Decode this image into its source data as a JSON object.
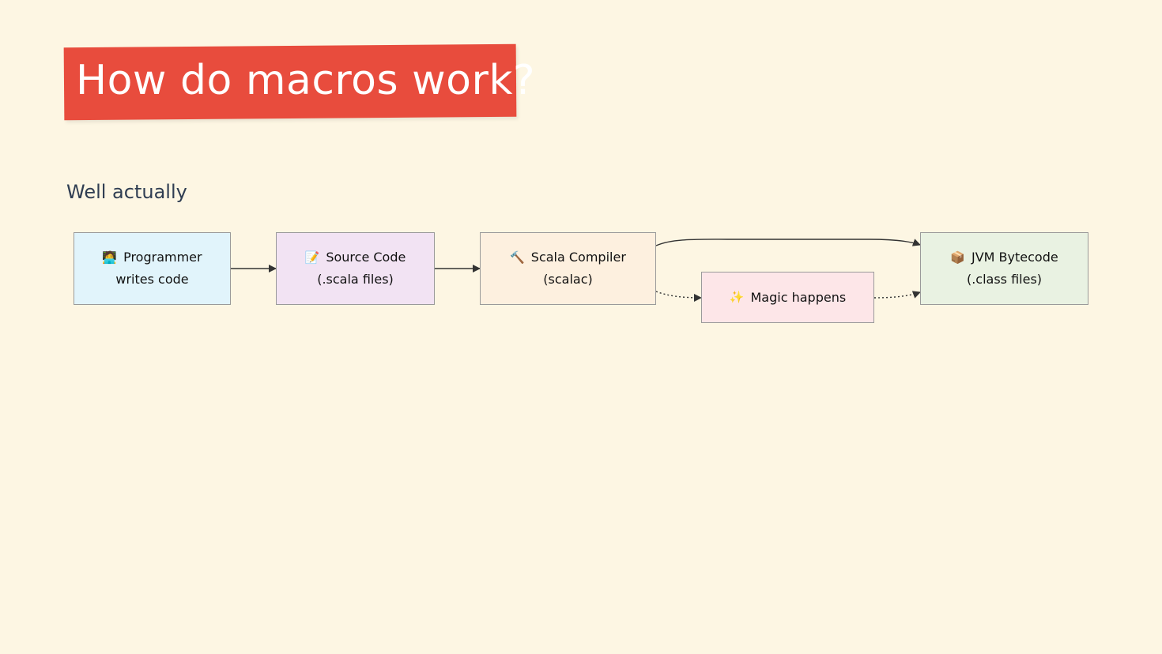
{
  "slide": {
    "title": "How do macros work?",
    "subtitle": "Well actually"
  },
  "colors": {
    "background": "#fdf6e3",
    "title_banner": "#e84c3d",
    "subtitle_text": "#2f3d52",
    "node_border": "#9a9a9a",
    "edge": "#333333"
  },
  "diagram": {
    "nodes": {
      "programmer": {
        "icon": "🧑‍💻",
        "icon_name": "programmer-icon",
        "line1": "Programmer",
        "line2": "writes code",
        "fill": "#e1f4fb"
      },
      "source": {
        "icon": "📝",
        "icon_name": "memo-icon",
        "line1": "Source Code",
        "line2": "(.scala files)",
        "fill": "#f2e3f3"
      },
      "compiler": {
        "icon": "🔨",
        "icon_name": "hammer-icon",
        "line1": "Scala Compiler",
        "line2": "(scalac)",
        "fill": "#fdf0df"
      },
      "magic": {
        "icon": "✨",
        "icon_name": "sparkles-icon",
        "line1": "Magic happens",
        "fill": "#fde6e8"
      },
      "bytecode": {
        "icon": "📦",
        "icon_name": "package-icon",
        "line1": "JVM Bytecode",
        "line2": "(.class files)",
        "fill": "#e9f2e2"
      }
    },
    "edges": [
      {
        "from": "programmer",
        "to": "source",
        "style": "solid"
      },
      {
        "from": "source",
        "to": "compiler",
        "style": "solid"
      },
      {
        "from": "compiler",
        "to": "bytecode",
        "style": "solid"
      },
      {
        "from": "compiler",
        "to": "magic",
        "style": "dotted"
      },
      {
        "from": "magic",
        "to": "bytecode",
        "style": "dotted"
      }
    ]
  }
}
